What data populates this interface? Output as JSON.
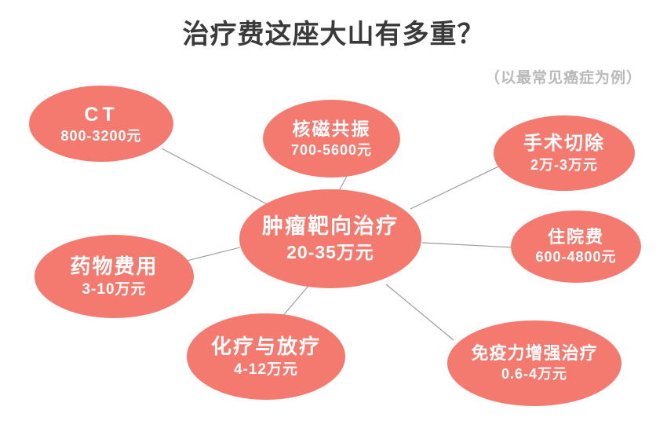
{
  "header": {
    "title": "治疗费这座大山有多重？",
    "subtitle": "（以最常见癌症为例）"
  },
  "theme": {
    "node_fill": "#F4796E",
    "node_text": "#FFFFFF",
    "title_color": "#3A3A3A",
    "subtitle_color": "#B9B9B9",
    "connector_color": "#9B9B9B",
    "background": "#FFFFFF"
  },
  "chart_data": {
    "type": "diagram",
    "title": "治疗费这座大山有多重？",
    "subtitle": "（以最常见癌症为例）",
    "layout": "radial-hub-and-spoke",
    "center": {
      "id": "center",
      "label": "肿瘤靶向治疗",
      "value": "20-35万元",
      "min": 200000,
      "max": 350000,
      "unit": "元"
    },
    "nodes": [
      {
        "id": "ct",
        "label": "CT",
        "value": "800-3200元",
        "min": 800,
        "max": 3200,
        "unit": "元"
      },
      {
        "id": "mri",
        "label": "核磁共振",
        "value": "700-5600元",
        "min": 700,
        "max": 5600,
        "unit": "元"
      },
      {
        "id": "surgery",
        "label": "手术切除",
        "value": "2万-3万元",
        "min": 20000,
        "max": 30000,
        "unit": "元"
      },
      {
        "id": "hospital",
        "label": "住院费",
        "value": "600-4800元",
        "min": 600,
        "max": 4800,
        "unit": "元"
      },
      {
        "id": "drugs",
        "label": "药物费用",
        "value": "3-10万元",
        "min": 30000,
        "max": 100000,
        "unit": "元"
      },
      {
        "id": "chemo",
        "label": "化疗与放疗",
        "value": "4-12万元",
        "min": 40000,
        "max": 120000,
        "unit": "元"
      },
      {
        "id": "immune",
        "label": "免疫力增强治疗",
        "value": "0.6-4万元",
        "min": 6000,
        "max": 40000,
        "unit": "元"
      }
    ],
    "edges": [
      {
        "from": "center",
        "to": "ct"
      },
      {
        "from": "center",
        "to": "mri"
      },
      {
        "from": "center",
        "to": "surgery"
      },
      {
        "from": "center",
        "to": "hospital"
      },
      {
        "from": "center",
        "to": "drugs"
      },
      {
        "from": "center",
        "to": "chemo"
      },
      {
        "from": "center",
        "to": "immune"
      }
    ]
  },
  "nodes": {
    "center": {
      "label": "肿瘤靶向治疗",
      "value": "20-35万元"
    },
    "ct": {
      "label": "CT",
      "value": "800-3200元"
    },
    "mri": {
      "label": "核磁共振",
      "value": "700-5600元"
    },
    "surgery": {
      "label": "手术切除",
      "value": "2万-3万元"
    },
    "hospital": {
      "label": "住院费",
      "value": "600-4800元"
    },
    "drugs": {
      "label": "药物费用",
      "value": "3-10万元"
    },
    "chemo": {
      "label": "化疗与放疗",
      "value": "4-12万元"
    },
    "immune": {
      "label": "免疫力增强治疗",
      "value": "0.6-4万元"
    }
  }
}
